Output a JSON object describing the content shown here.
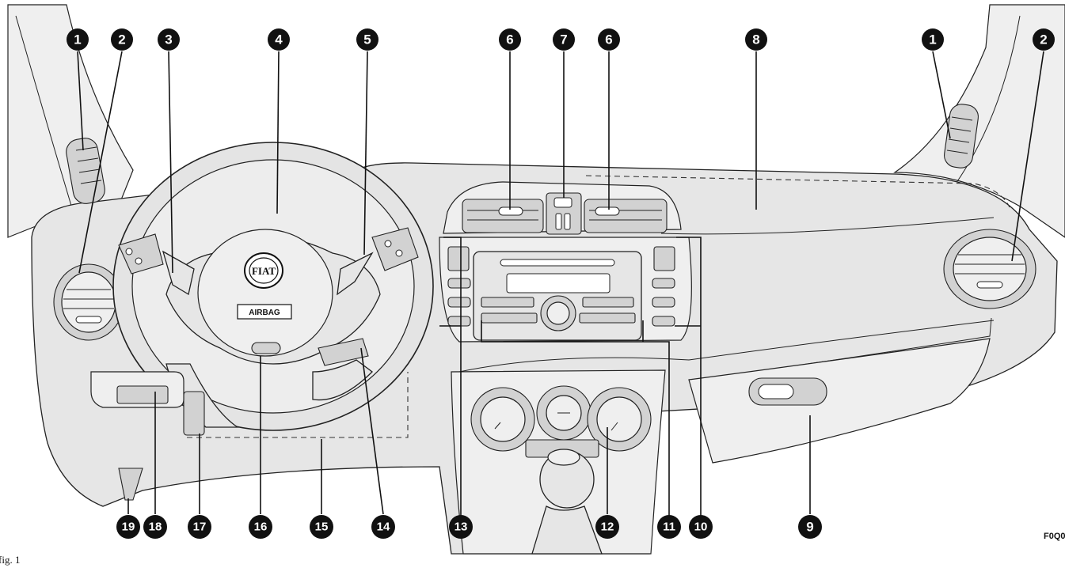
{
  "figure": {
    "caption": "fig. 1",
    "code": "F0Q0"
  },
  "emblems": {
    "brand": "FIAT",
    "airbag": "AIRBAG"
  },
  "callouts": [
    {
      "id": "c1-left",
      "label": "1"
    },
    {
      "id": "c2-left",
      "label": "2"
    },
    {
      "id": "c3",
      "label": "3"
    },
    {
      "id": "c4",
      "label": "4"
    },
    {
      "id": "c5",
      "label": "5"
    },
    {
      "id": "c6-left",
      "label": "6"
    },
    {
      "id": "c7",
      "label": "7"
    },
    {
      "id": "c6-right",
      "label": "6"
    },
    {
      "id": "c8",
      "label": "8"
    },
    {
      "id": "c1-right",
      "label": "1"
    },
    {
      "id": "c2-right",
      "label": "2"
    },
    {
      "id": "c19",
      "label": "19"
    },
    {
      "id": "c18",
      "label": "18"
    },
    {
      "id": "c17",
      "label": "17"
    },
    {
      "id": "c16",
      "label": "16"
    },
    {
      "id": "c15",
      "label": "15"
    },
    {
      "id": "c14",
      "label": "14"
    },
    {
      "id": "c13",
      "label": "13"
    },
    {
      "id": "c12",
      "label": "12"
    },
    {
      "id": "c11",
      "label": "11"
    },
    {
      "id": "c10",
      "label": "10"
    },
    {
      "id": "c9",
      "label": "9"
    }
  ]
}
